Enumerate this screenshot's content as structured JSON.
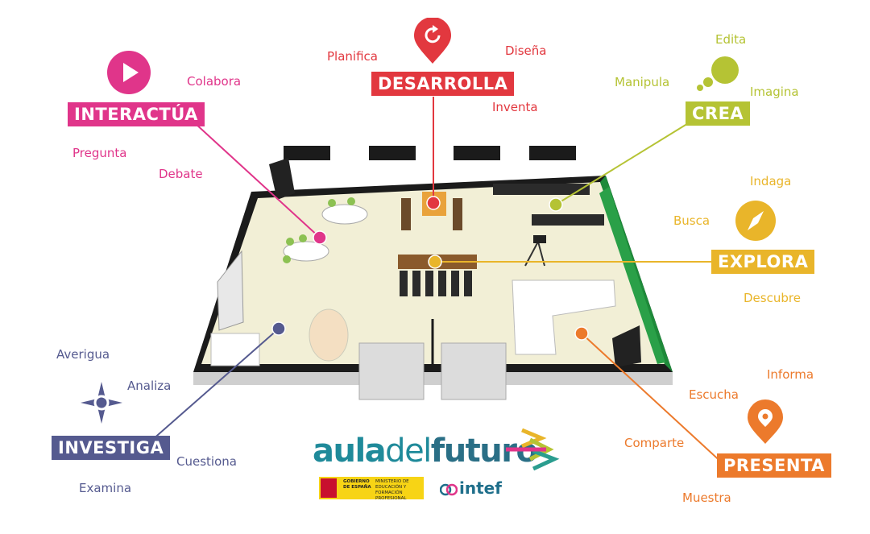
{
  "colors": {
    "interactua": "#e0358a",
    "desarrolla": "#e2383f",
    "crea": "#b5c334",
    "explora": "#e9b52a",
    "investiga": "#555a8f",
    "presenta": "#ec7a2c",
    "logo_aula": "#1f8a9a",
    "logo_futuro": "#2a6f86"
  },
  "zones": {
    "interactua": {
      "label": "INTERACTÚA",
      "icon": "play-icon",
      "verbs": [
        "Colabora",
        "Pregunta",
        "Debate"
      ]
    },
    "desarrolla": {
      "label": "DESARROLLA",
      "icon": "refresh-pin-icon",
      "verbs": [
        "Planifica",
        "Diseña",
        "Inventa"
      ]
    },
    "crea": {
      "label": "CREA",
      "icon": "thought-bubble-icon",
      "verbs": [
        "Edita",
        "Manipula",
        "Imagina"
      ]
    },
    "explora": {
      "label": "EXPLORA",
      "icon": "compass-icon",
      "verbs": [
        "Indaga",
        "Busca",
        "Descubre"
      ]
    },
    "investiga": {
      "label": "INVESTIGA",
      "icon": "compass-rose-icon",
      "verbs": [
        "Averigua",
        "Analiza",
        "Cuestiona",
        "Examina"
      ]
    },
    "presenta": {
      "label": "PRESENTA",
      "icon": "location-pin-icon",
      "verbs": [
        "Informa",
        "Escucha",
        "Comparte",
        "Muestra"
      ]
    }
  },
  "logo": {
    "aula": "aula",
    "del": "del",
    "futuro": "futuro",
    "gov_line_1": "GOBIERNO DE ESPAÑA",
    "gov_line_2": "MINISTERIO DE EDUCACIÓN Y FORMACIÓN PROFESIONAL",
    "intef": "intef"
  }
}
